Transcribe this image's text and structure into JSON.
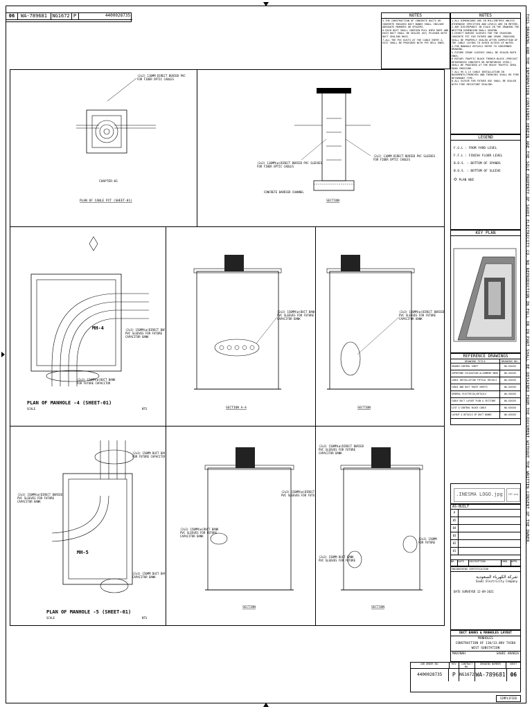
{
  "header": {
    "sheet_no": "06",
    "drawing_no": "WA-789681",
    "contractor_no": "NG1672",
    "rev": "P",
    "project_no": "4400028735",
    "labels": [
      "SHEET",
      "DRAWING NUMBER",
      "CONTRACT NO.",
      "REV",
      "JOB ORDER NO."
    ]
  },
  "notes_left": {
    "title": "NOTES",
    "text": "5-THE CONSTRUCTION OF CONCRETE DUCTS OR CONCRETE ENCASED DUCT BANKS SHALL INCLUDE ADEQUATE MARKERS OR SPACERS.\n6-EACH DUCT SHALL CONTAIN PULL WIRE ROPE AND EACH DUCT SHALL BE SEALED (BY) PLUGGED WITH DUCT SEALING MASS.\n7-ALL THE PVC DUCTS AT THE CABLE ENTRY & EXIT SHALL BE PROVIDED WITH PVC BELL ENDS."
  },
  "notes_right": {
    "title": "NOTES",
    "text": "1-ALL DIMENSIONS ARE IN MILLIMETERS UNLESS OTHERWISE SPECIFIED AND LEVELS ARE IN METERS.\n2-ANY DISCREPANCY IN SCALE IN THE DRAWING THE WRITTEN DIMENSION SHALL GOVERN.\n3-DIRECT BURIED SLEEVES FOR THE CROSSING CONCRETE PIT FOR FUTURE AND SPARE CROSSING SHALL BE PROPERLY SEALED AFTER COMPLETION OF THE CABLE LAYING TO AVOID ACCESS OF WATER.\n4-FOR MANHOLE DETAILS REFER TO CONCERNED DRAWING.\n5-FUTURE SPARE SLEEVES SHALL BE SEALED BOTH ENDS.\n6-ROTARY TRAFFIC BLOCK TRENCH BLOCK (PRECAST REINFORCED CONCRETE OR REINFORCED STEEL) SHALL BE PROVIDED AT THE HEAVY TRAFFIC AREA ROAD CROSSING.\n7-ALL HV & LV CABLE INSTALLATION IN BASEMENTS/TRENCHES AND TRENCHES SHALL BE FIRE RETARDANT TYPE.\n8-ALL SLEEVE FOR FUTURE USE SHALL BE SEALED WITH FIRE RESISTANT SEALING."
  },
  "legend": {
    "title": "LEGEND",
    "items": [
      {
        "code": "F.G.L",
        "desc": ": FROM YARD LEVEL"
      },
      {
        "code": "F.F.L",
        "desc": ": FINISH FLOOR LEVEL"
      },
      {
        "code": "B.O.S.",
        "desc": ": BOTTOM OF SPANDS"
      },
      {
        "code": "B.O.S.",
        "desc": ": BOTTOM OF SLEEVE"
      },
      {
        "code": "◇",
        "desc": "PLAN NUE"
      }
    ]
  },
  "key_plan": {
    "title": "KEY PLAN"
  },
  "reference": {
    "title": "REFERENCE DRAWINGS",
    "headers": [
      "DRAWING TITLE",
      "DRAWING NO."
    ],
    "rows": [
      [
        "GRADED CONTROL SHEET",
        "WA-XXXXXX"
      ],
      [
        "SUPERTONE EXCAVATION ALIGNMENT WORK",
        "WA-XXXXXX"
      ],
      [
        "CABLE INSTALLATION TYPICAL DETAILS",
        "WA-XXXXXX"
      ],
      [
        "CABLE AND DUCT ROUTE SHEETS",
        "WA-XXXXXX"
      ],
      [
        "GENERAL ELECTRICAL/DETAILS",
        "WA-XXXXXX"
      ],
      [
        "CABLE DUCT LAYOUT PLAN & SECTIONS",
        "WA-XXXXXX"
      ],
      [
        "LIST & CONTROL BLOCK CABLE",
        "WA-XXXXXX"
      ],
      [
        "LAYOUT & DETAILS OF DUCT BANKS",
        "WA-XXXXXX"
      ]
    ]
  },
  "logo": {
    "text": ".INESMA LOGO.jpg",
    "small": "IDT.png"
  },
  "as_built": {
    "label": "AS-BUILT"
  },
  "revision_rows": [
    "P",
    "05",
    "04",
    "03",
    "02",
    "01"
  ],
  "revision_headers": [
    "NO.",
    "DATE",
    "DESCRIPTION",
    "CHKD.",
    "APPD."
  ],
  "company": {
    "ar": "شركة الكهرباء السعودية",
    "sub": "Saudi Electricity Company",
    "line": "ENGINEERING CERTIFICATION",
    "date_label": "DATE SURVEYED",
    "date": "12-09-2021"
  },
  "title_block": {
    "l1": "DUCT BANKS & MANHOLES LAYOUT",
    "l2": "MANHOLES",
    "l3": "CONSTRUCTION OF 110/13.8KV TAIBA WEST SUBSTATION",
    "l4": "SAUDI ARABIA",
    "l5": "MADINAH"
  },
  "drawings": {
    "mh4_plan": "PLAN OF MANHOLE -4 (SHEET-01)",
    "mh5_plan": "PLAN OF MANHOLE -5 (SHEET-01)",
    "mh4": "MH-4",
    "mh5": "MH-5",
    "scale": "SCALE",
    "nts": "NTS",
    "pit_label": "CHAPTER-01",
    "pit_plan": "PLAN OF CABLE PIT (SHEET-01)",
    "section": "SECTION",
    "sec_a": "SECTION A-A",
    "sleeves": "(2x3) 150MM(ø)DIRECT BURIED PVC SLEEVES FOR FUTURE CAPACITOR BANK",
    "fibre": "(2x2) 110MM(ø) DIRECT BURIED PVC SLEEVES FOR FIBER OPTIC CABLES",
    "concrete": "CONCRETE BARRIER CHANNEL"
  },
  "side_note": "THIS DRAWING AND THE INFORMATION CONTAINED HEREIN ARE THE SOLE PROPERTY OF SAUDI ELECTRICITY CO. NO REPRODUCTION IN FULL OR IN PART SHALL BE OBTAINED FROM THE DOCUMENT WITHOUT THE WRITTEN CONSENT OF THE OWNER.",
  "bottom_stamp": "SIMPLIFIED"
}
